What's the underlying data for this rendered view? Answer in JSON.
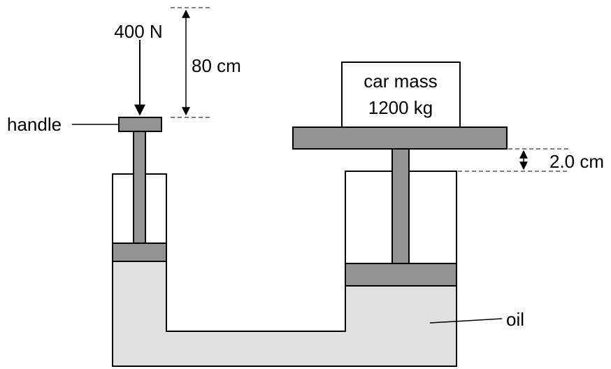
{
  "labels": {
    "force": "400 N",
    "handle_distance": "80 cm",
    "handle": "handle",
    "car_line1": "car mass",
    "car_line2": "1200 kg",
    "platform_rise": "2.0 cm",
    "oil": "oil"
  },
  "colors": {
    "outline": "#000000",
    "piston": "#939393",
    "oil": "#e0e0e0",
    "background": "#ffffff"
  }
}
